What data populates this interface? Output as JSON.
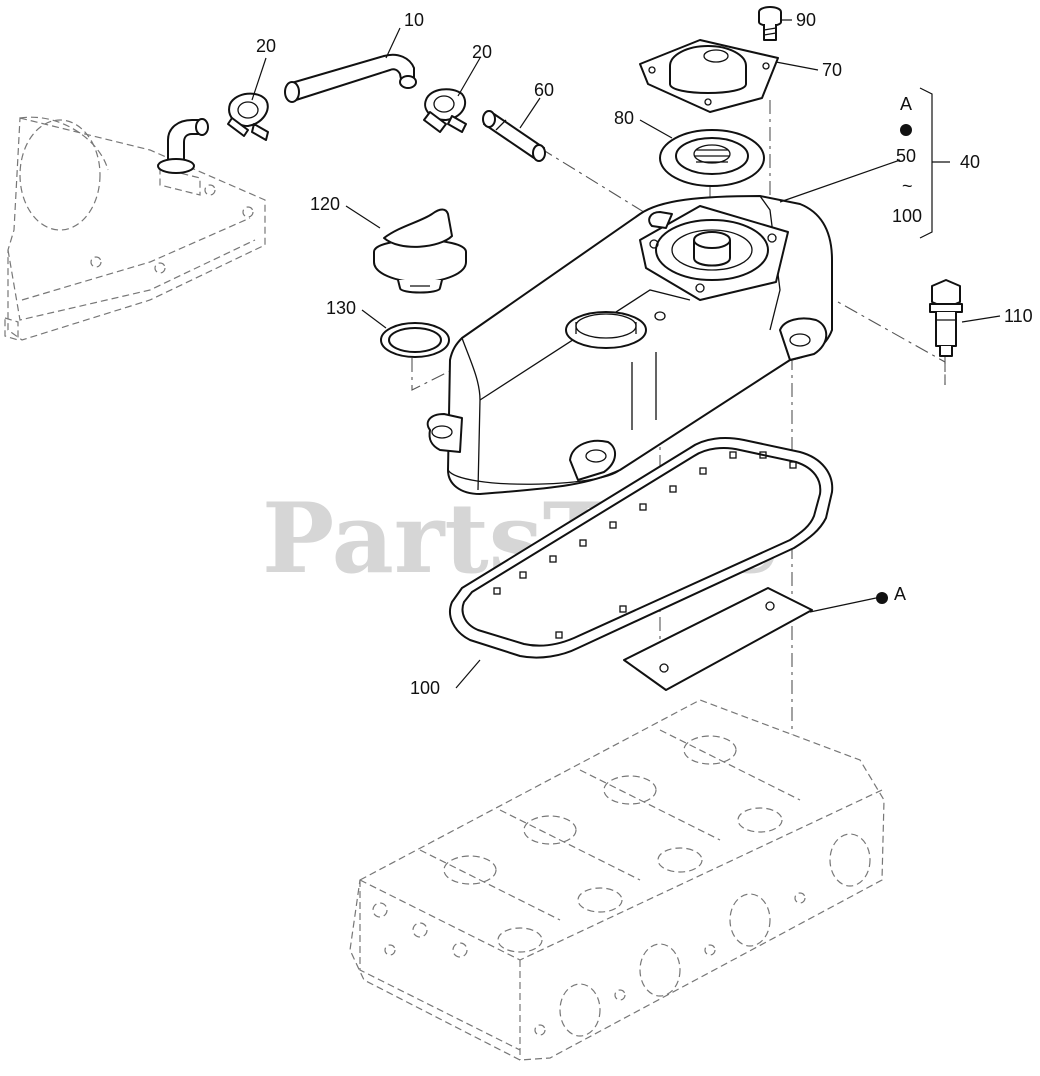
{
  "watermark": {
    "text": "PartsTree",
    "trademark": "TM"
  },
  "callouts": {
    "c10": "10",
    "c20a": "20",
    "c20b": "20",
    "c60": "60",
    "c70": "70",
    "c80": "80",
    "c90": "90",
    "c40": "40",
    "c110": "110",
    "c120": "120",
    "c130": "130",
    "c100": "100"
  },
  "group_ref": {
    "letter": "A",
    "range_start": "50",
    "range_mark": "~",
    "range_end": "100"
  },
  "detail_ref": "A"
}
